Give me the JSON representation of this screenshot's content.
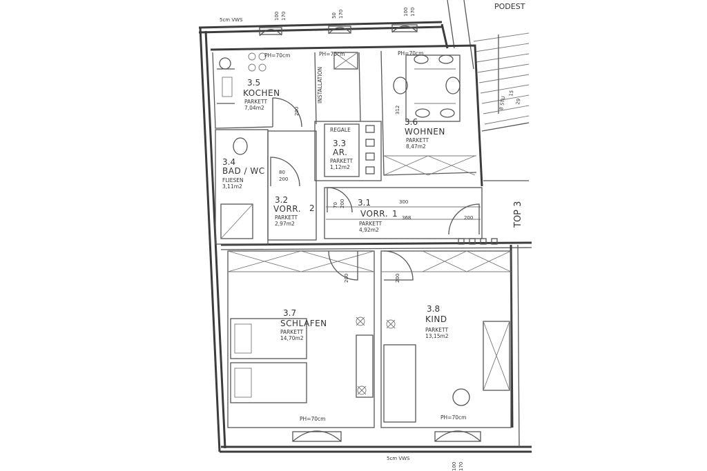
{
  "header": {
    "landing": "PODEST",
    "top_wall": "5cm VWS",
    "bottom_wall": "5cm VWS"
  },
  "dims": {
    "top_window_1": [
      "100",
      "170"
    ],
    "top_window_2": [
      "50",
      "170"
    ],
    "top_window_3": [
      "100",
      "170"
    ],
    "bottom_window": [
      "100",
      "170"
    ],
    "kitchen_door": "200",
    "bath_door_a": "80",
    "bath_door_b": "200",
    "hall_door_a": "70",
    "hall_door_b": "200",
    "hall_width": "300",
    "hall_length": "368",
    "entrance_door": "200",
    "living_height": "312",
    "bed_door": "200",
    "child_door": "200",
    "stair_count": "8 STU",
    "stair_rise": "15",
    "stair_tread": "29"
  },
  "rooms": {
    "kitchen": {
      "num": "3.5",
      "name": "KOCHEN",
      "floor": "PARKETT",
      "area": "7,04m2",
      "parapet": "PH=70cm"
    },
    "pantry": {
      "label": "PH=70cm"
    },
    "installation": {
      "label": "INSTALLATION"
    },
    "living": {
      "num": "3.6",
      "name": "WOHNEN",
      "floor": "PARKETT",
      "area": "8,47m2",
      "parapet": "PH=70cm"
    },
    "storage": {
      "num": "3.3",
      "name": "AR.",
      "floor": "PARKETT",
      "area": "1,12m2",
      "shelves": "REGALE"
    },
    "bath": {
      "num": "3.4",
      "name": "BAD / WC",
      "floor": "FLIESEN",
      "area": "3,11m2"
    },
    "foyer": {
      "num": "3.2",
      "name": "VORR.",
      "floor": "PARKETT",
      "area": "2,97m2"
    },
    "hall": {
      "num": "3.1",
      "name": "VORR.",
      "floor": "PARKETT",
      "area": "4,92m2",
      "mark_a": "2",
      "mark_b": "1"
    },
    "bedroom": {
      "num": "3.7",
      "name": "SCHLAFEN",
      "floor": "PARKETT",
      "area": "14,70m2",
      "parapet": "PH=70cm"
    },
    "child": {
      "num": "3.8",
      "name": "KIND",
      "floor": "PARKETT",
      "area": "13,15m2",
      "parapet": "PH=70cm"
    }
  },
  "unit": {
    "label": "TOP 3"
  }
}
